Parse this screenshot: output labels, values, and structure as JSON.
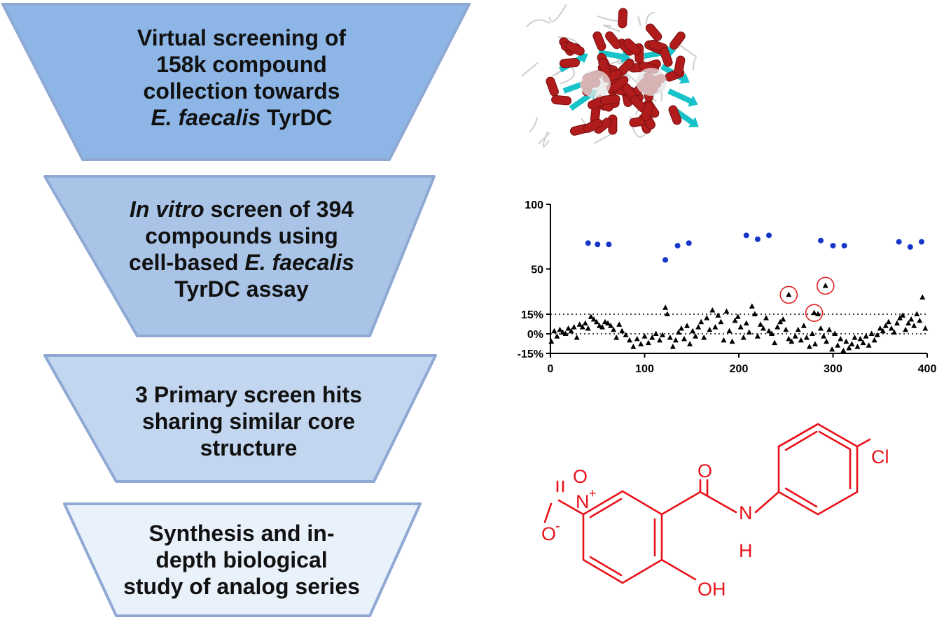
{
  "funnel": {
    "stages": [
      {
        "fill": "#8db6e6",
        "lines": [
          {
            "segments": [
              {
                "text": "Virtual screening of",
                "italic": false
              }
            ]
          },
          {
            "segments": [
              {
                "text": "158k compound",
                "italic": false
              }
            ]
          },
          {
            "segments": [
              {
                "text": "collection towards",
                "italic": false
              }
            ]
          },
          {
            "segments": [
              {
                "text": "E. faecalis",
                "italic": true
              },
              {
                "text": " TyrDC",
                "italic": false
              }
            ]
          }
        ]
      },
      {
        "fill": "#a9c4e6",
        "lines": [
          {
            "segments": [
              {
                "text": "In vitro",
                "italic": true
              },
              {
                "text": " screen of 394",
                "italic": false
              }
            ]
          },
          {
            "segments": [
              {
                "text": "compounds using",
                "italic": false
              }
            ]
          },
          {
            "segments": [
              {
                "text": "cell-based ",
                "italic": false
              },
              {
                "text": "E. faecalis",
                "italic": true
              }
            ]
          },
          {
            "segments": [
              {
                "text": "TyrDC assay",
                "italic": false
              }
            ]
          }
        ]
      },
      {
        "fill": "#c2d6ef",
        "lines": [
          {
            "segments": [
              {
                "text": "3 Primary screen hits",
                "italic": false
              }
            ]
          },
          {
            "segments": [
              {
                "text": "sharing similar core",
                "italic": false
              }
            ]
          },
          {
            "segments": [
              {
                "text": "structure",
                "italic": false
              }
            ]
          }
        ]
      },
      {
        "fill": "#e9f1fb",
        "lines": [
          {
            "segments": [
              {
                "text": "Synthesis and in-",
                "italic": false
              }
            ]
          },
          {
            "segments": [
              {
                "text": "depth biological",
                "italic": false
              }
            ]
          },
          {
            "segments": [
              {
                "text": "study of analog series",
                "italic": false
              }
            ]
          }
        ]
      }
    ]
  },
  "chart_data": {
    "type": "scatter",
    "title": "",
    "xlabel": "",
    "ylabel": "",
    "xlim": [
      0,
      400
    ],
    "ylim": [
      -15,
      100
    ],
    "x_ticks": [
      "0",
      "100",
      "200",
      "300",
      "400"
    ],
    "y_ticks": [
      "100",
      "50",
      "15%",
      "0%",
      "-15%"
    ],
    "reference_lines": [
      15,
      0
    ],
    "series": [
      {
        "color": "#1536c8",
        "marker": "circle",
        "points": [
          [
            40,
            70
          ],
          [
            50,
            69
          ],
          [
            62,
            69
          ],
          [
            122,
            57
          ],
          [
            135,
            68
          ],
          [
            147,
            70
          ],
          [
            208,
            76
          ],
          [
            220,
            73
          ],
          [
            232,
            76
          ],
          [
            287,
            72
          ],
          [
            300,
            68
          ],
          [
            312,
            68
          ],
          [
            370,
            71
          ],
          [
            382,
            67
          ],
          [
            394,
            71
          ]
        ]
      },
      {
        "color": "#000000",
        "marker": "triangle",
        "points": [
          [
            1,
            -6
          ],
          [
            4,
            2
          ],
          [
            7,
            -2
          ],
          [
            10,
            3
          ],
          [
            13,
            1
          ],
          [
            16,
            0
          ],
          [
            19,
            4
          ],
          [
            22,
            2
          ],
          [
            25,
            5
          ],
          [
            28,
            -3
          ],
          [
            31,
            7
          ],
          [
            34,
            5
          ],
          [
            37,
            8
          ],
          [
            40,
            4
          ],
          [
            43,
            13
          ],
          [
            46,
            11
          ],
          [
            49,
            9
          ],
          [
            52,
            6
          ],
          [
            55,
            5
          ],
          [
            58,
            9
          ],
          [
            61,
            8
          ],
          [
            64,
            6
          ],
          [
            67,
            3
          ],
          [
            70,
            -3
          ],
          [
            73,
            7
          ],
          [
            76,
            2
          ],
          [
            80,
            -1
          ],
          [
            84,
            -5
          ],
          [
            88,
            -10
          ],
          [
            92,
            -4
          ],
          [
            96,
            -8
          ],
          [
            100,
            -2
          ],
          [
            104,
            -7
          ],
          [
            108,
            -3
          ],
          [
            112,
            0
          ],
          [
            116,
            -5
          ],
          [
            119,
            -1
          ],
          [
            122,
            20
          ],
          [
            124,
            15
          ],
          [
            127,
            -3
          ],
          [
            130,
            -10
          ],
          [
            133,
            -5
          ],
          [
            136,
            1
          ],
          [
            139,
            4
          ],
          [
            142,
            -4
          ],
          [
            145,
            6
          ],
          [
            148,
            -8
          ],
          [
            151,
            2
          ],
          [
            154,
            -2
          ],
          [
            157,
            5
          ],
          [
            160,
            9
          ],
          [
            163,
            -3
          ],
          [
            166,
            12
          ],
          [
            169,
            3
          ],
          [
            172,
            18
          ],
          [
            175,
            5
          ],
          [
            178,
            14
          ],
          [
            181,
            9
          ],
          [
            184,
            -5
          ],
          [
            187,
            17
          ],
          [
            190,
            2
          ],
          [
            193,
            -6
          ],
          [
            196,
            10
          ],
          [
            199,
            13
          ],
          [
            202,
            5
          ],
          [
            205,
            -3
          ],
          [
            208,
            8
          ],
          [
            211,
            1
          ],
          [
            214,
            21
          ],
          [
            217,
            15
          ],
          [
            220,
            -2
          ],
          [
            223,
            7
          ],
          [
            226,
            4
          ],
          [
            229,
            12
          ],
          [
            232,
            2
          ],
          [
            235,
            0
          ],
          [
            238,
            -7
          ],
          [
            241,
            5
          ],
          [
            244,
            9
          ],
          [
            247,
            11
          ],
          [
            250,
            3
          ],
          [
            253,
            -4
          ],
          [
            256,
            -6
          ],
          [
            260,
            -2
          ],
          [
            263,
            3
          ],
          [
            266,
            -5
          ],
          [
            269,
            6
          ],
          [
            272,
            -3
          ],
          [
            275,
            -10
          ],
          [
            278,
            0
          ],
          [
            281,
            -8
          ],
          [
            284,
            15
          ],
          [
            287,
            4
          ],
          [
            290,
            -2
          ],
          [
            293,
            -6
          ],
          [
            296,
            3
          ],
          [
            299,
            -12
          ],
          [
            302,
            0
          ],
          [
            305,
            -9
          ],
          [
            308,
            -4
          ],
          [
            311,
            -13
          ],
          [
            314,
            -6
          ],
          [
            317,
            -11
          ],
          [
            320,
            -8
          ],
          [
            323,
            -3
          ],
          [
            326,
            -10
          ],
          [
            329,
            -4
          ],
          [
            332,
            -7
          ],
          [
            335,
            -2
          ],
          [
            338,
            -9
          ],
          [
            341,
            0
          ],
          [
            344,
            -5
          ],
          [
            347,
            -1
          ],
          [
            350,
            4
          ],
          [
            353,
            2
          ],
          [
            356,
            6
          ],
          [
            359,
            9
          ],
          [
            362,
            4
          ],
          [
            365,
            1
          ],
          [
            368,
            8
          ],
          [
            371,
            12
          ],
          [
            374,
            14
          ],
          [
            377,
            3
          ],
          [
            380,
            8
          ],
          [
            383,
            11
          ],
          [
            386,
            6
          ],
          [
            389,
            15
          ],
          [
            392,
            10
          ],
          [
            395,
            28
          ],
          [
            398,
            4
          ]
        ]
      },
      {
        "color": "#000000",
        "marker": "triangle-circled",
        "circle_color": "#e02020",
        "points": [
          [
            253,
            30
          ],
          [
            292,
            37
          ],
          [
            280,
            16
          ]
        ]
      }
    ]
  },
  "molecule": {
    "color": "#e8121a",
    "atom_labels": {
      "cl": "Cl",
      "o_carbonyl": "O",
      "n_amide": "N",
      "h_amide": "H",
      "o_nitro": "O",
      "n_nitro": "N",
      "plus": "+",
      "o_minus": "O",
      "minus": "-",
      "o_hydroxyl": "OH"
    }
  },
  "protein": {
    "helix_color": "#b01c1c",
    "sheet_color": "#17c3c8",
    "loop_color": "#cfcfcf"
  }
}
